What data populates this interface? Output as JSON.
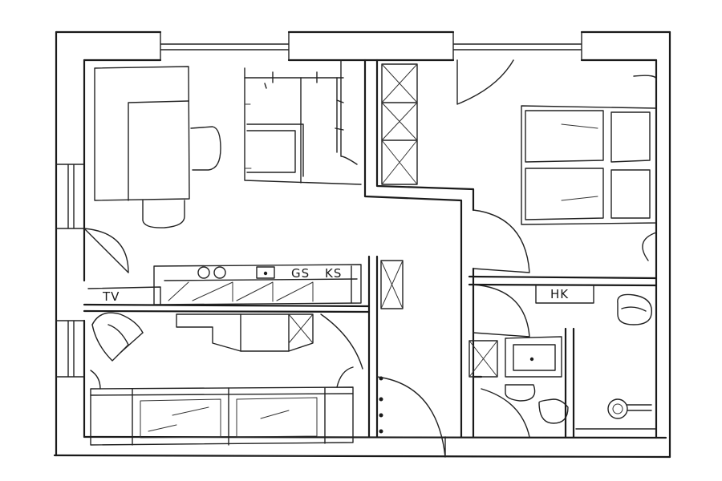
{
  "labels": {
    "tv": "TV",
    "gs": "GS",
    "ks": "KS",
    "hk": "HK"
  },
  "colors": {
    "ink": "#1a1a1a",
    "paper": "#ffffff"
  }
}
